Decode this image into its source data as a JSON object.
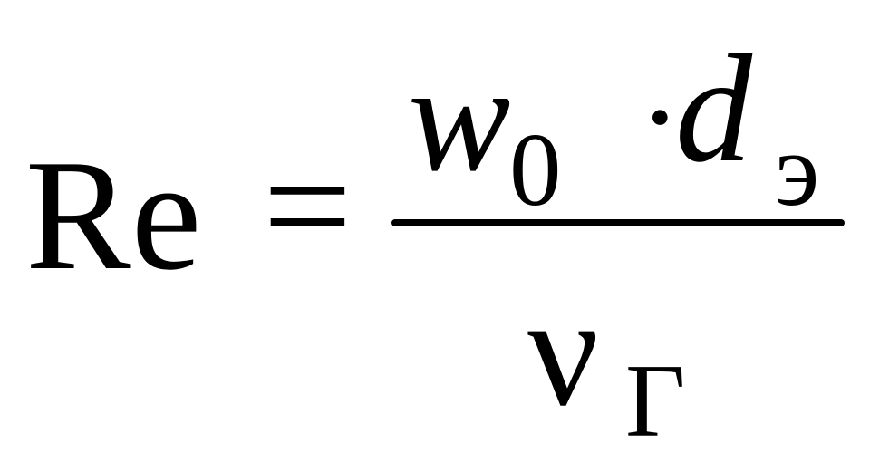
{
  "formula": {
    "lhs": "Re",
    "equals": "=",
    "numerator": {
      "w": "w",
      "w_sub": "0",
      "dot": "·",
      "d": "d",
      "d_sub": "э"
    },
    "denominator": {
      "nu": "ν",
      "nu_sub": "Г"
    }
  }
}
